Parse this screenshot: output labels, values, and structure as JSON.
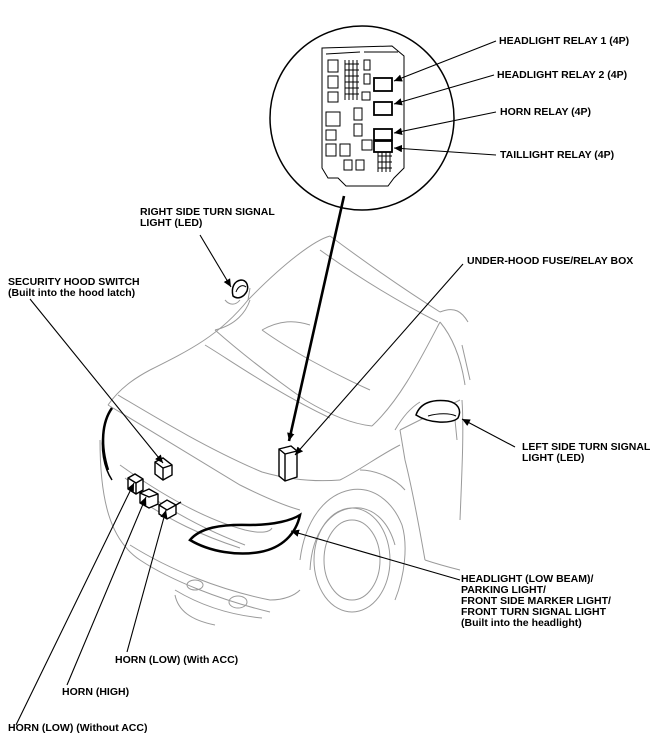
{
  "labels": {
    "headlight_relay_1": "HEADLIGHT RELAY 1 (4P)",
    "headlight_relay_2": "HEADLIGHT RELAY 2 (4P)",
    "horn_relay": "HORN RELAY (4P)",
    "taillight_relay": "TAILLIGHT RELAY (4P)",
    "right_turn_line1": "RIGHT SIDE TURN SIGNAL",
    "right_turn_line2": "LIGHT (LED)",
    "security_line1": "SECURITY HOOD SWITCH",
    "security_line2": "(Built into the hood latch)",
    "fuse_box": "UNDER-HOOD FUSE/RELAY BOX",
    "left_turn_line1": "LEFT SIDE TURN SIGNAL",
    "left_turn_line2": "LIGHT (LED)",
    "headlight_line1": "HEADLIGHT (LOW BEAM)/",
    "headlight_line2": "PARKING LIGHT/",
    "headlight_line3": "FRONT SIDE MARKER LIGHT/",
    "headlight_line4": "FRONT TURN SIGNAL LIGHT",
    "headlight_line5": "(Built into the headlight)",
    "horn_low_acc": "HORN (LOW) (With ACC)",
    "horn_high": "HORN (HIGH)",
    "horn_low_no_acc": "HORN (LOW) (Without ACC)"
  },
  "colors": {
    "line": "#000000",
    "car_line": "#999999",
    "background": "#ffffff"
  }
}
